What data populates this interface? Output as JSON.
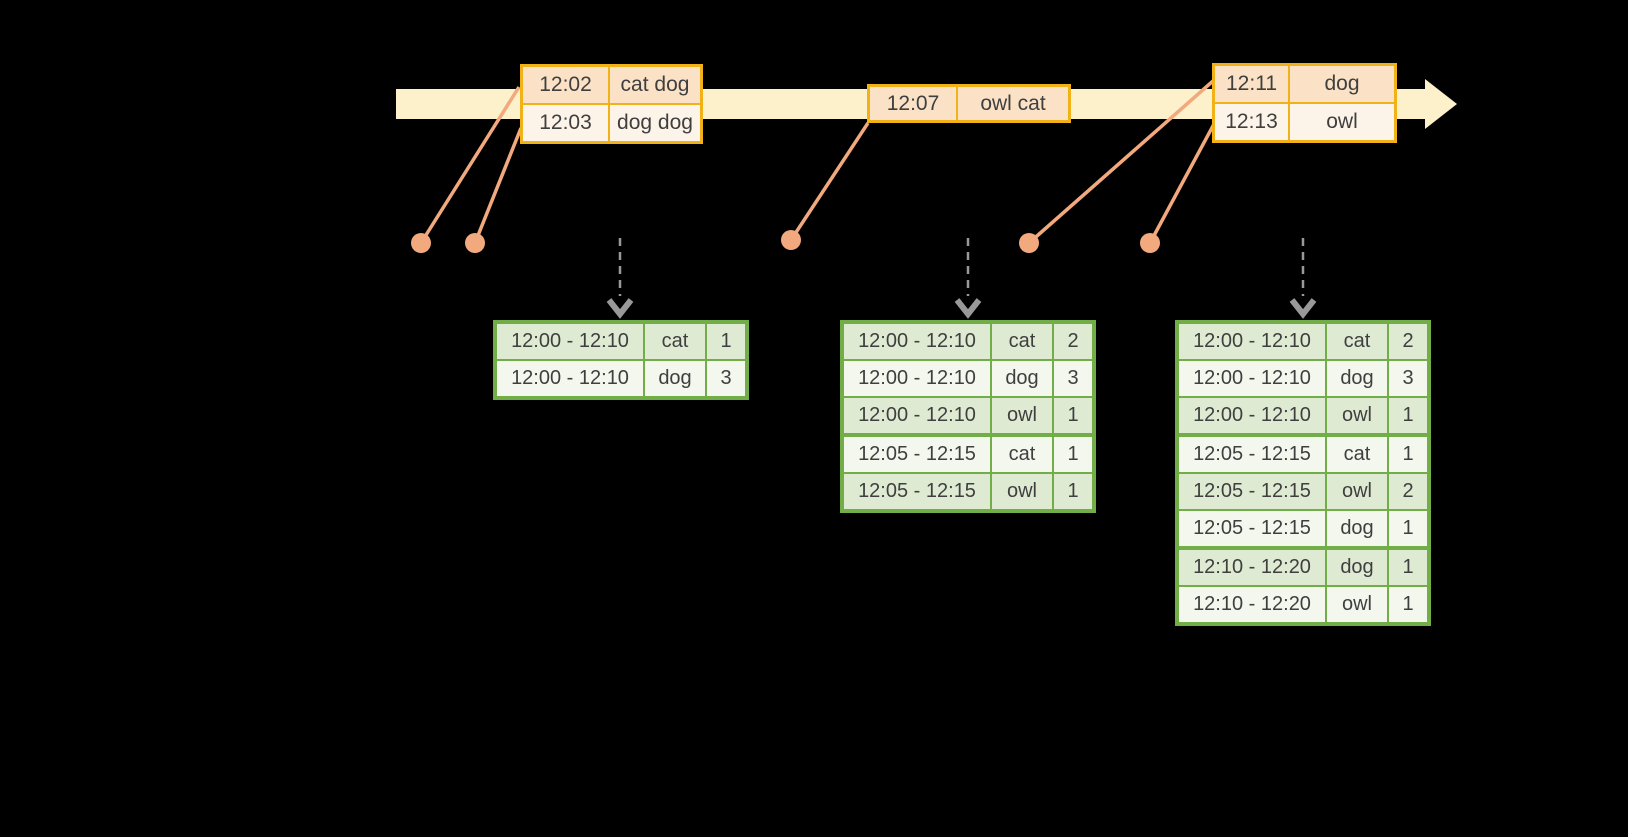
{
  "colors": {
    "background": "#000000",
    "timeline_band": "#fcf1ca",
    "event_border": "#f0b216",
    "event_fill_dark": "#fbe2c6",
    "event_fill_light": "#fdf4e9",
    "connector": "#f1a97d",
    "trigger_arrow": "#999999",
    "table_border": "#72ae48",
    "row_fill_dark": "#dfead3",
    "row_fill_light": "#f3f7ee",
    "text": "#3f3f3f"
  },
  "timeline": {
    "events": [
      {
        "rows": [
          {
            "time": "12:02",
            "words": "cat dog"
          },
          {
            "time": "12:03",
            "words": "dog dog"
          }
        ]
      },
      {
        "rows": [
          {
            "time": "12:07",
            "words": "owl cat"
          }
        ]
      },
      {
        "rows": [
          {
            "time": "12:11",
            "words": "dog"
          },
          {
            "time": "12:13",
            "words": "owl"
          }
        ]
      }
    ]
  },
  "result_tables": [
    {
      "rows": [
        {
          "window": "12:00 - 12:10",
          "word": "cat",
          "count": "1"
        },
        {
          "window": "12:00 - 12:10",
          "word": "dog",
          "count": "3"
        }
      ]
    },
    {
      "rows": [
        {
          "window": "12:00 - 12:10",
          "word": "cat",
          "count": "2"
        },
        {
          "window": "12:00 - 12:10",
          "word": "dog",
          "count": "3"
        },
        {
          "window": "12:00 - 12:10",
          "word": "owl",
          "count": "1"
        },
        {
          "window": "12:05 - 12:15",
          "word": "cat",
          "count": "1"
        },
        {
          "window": "12:05 - 12:15",
          "word": "owl",
          "count": "1"
        }
      ]
    },
    {
      "rows": [
        {
          "window": "12:00 - 12:10",
          "word": "cat",
          "count": "2"
        },
        {
          "window": "12:00 - 12:10",
          "word": "dog",
          "count": "3"
        },
        {
          "window": "12:00 - 12:10",
          "word": "owl",
          "count": "1"
        },
        {
          "window": "12:05 - 12:15",
          "word": "cat",
          "count": "1"
        },
        {
          "window": "12:05 - 12:15",
          "word": "owl",
          "count": "2"
        },
        {
          "window": "12:05 - 12:15",
          "word": "dog",
          "count": "1"
        },
        {
          "window": "12:10 - 12:20",
          "word": "dog",
          "count": "1"
        },
        {
          "window": "12:10 - 12:20",
          "word": "owl",
          "count": "1"
        }
      ]
    }
  ]
}
